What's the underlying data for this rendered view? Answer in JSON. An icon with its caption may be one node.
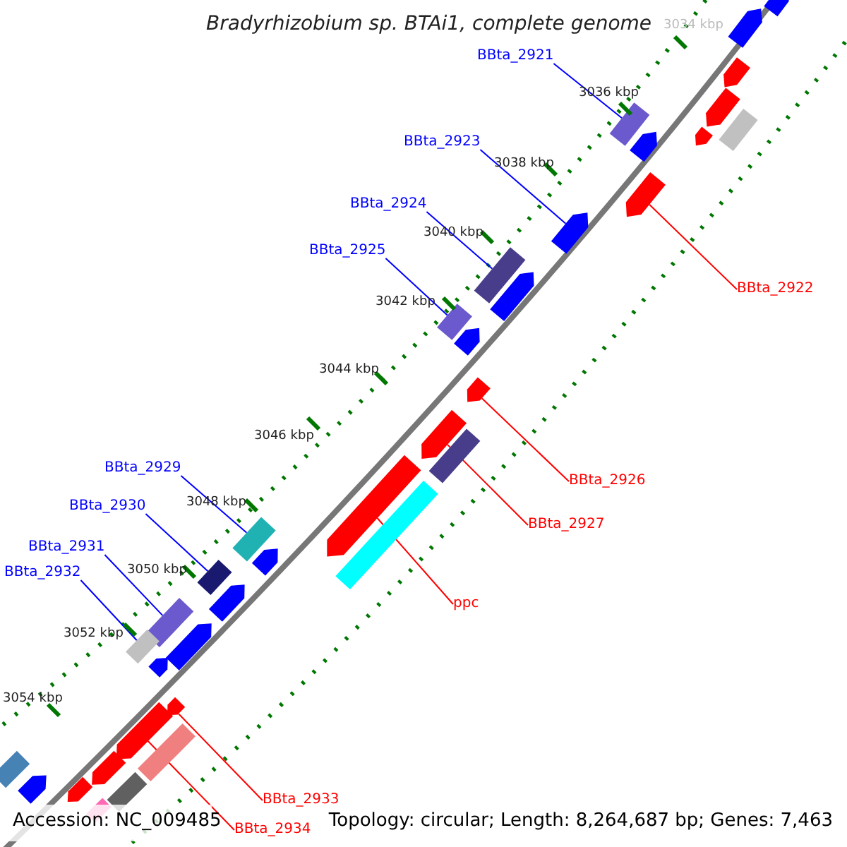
{
  "diagram": {
    "title": "Bradyrhizobium sp. BTAi1, complete genome",
    "nodes": [
      {
        "text": [
          "BBta_2921"
        ]
      },
      {
        "text": [
          "BBta_2923"
        ]
      },
      {
        "text": [
          "BBta_2924"
        ]
      },
      {
        "text": [
          "BBta_2925"
        ]
      },
      {
        "text": [
          "BBta_2929"
        ]
      },
      {
        "text": [
          "BBta_2930"
        ]
      },
      {
        "text": [
          "BBta_2931"
        ]
      },
      {
        "text": [
          "BBta_2932"
        ]
      },
      {
        "text": [
          "BBta_2922"
        ]
      },
      {
        "text": [
          "BBta_2926"
        ]
      },
      {
        "text": [
          "BBta_2927"
        ]
      },
      {
        "text": [
          "ppc"
        ]
      },
      {
        "text": [
          "BBta_2933"
        ]
      },
      {
        "text": [
          "BBta_2934"
        ]
      },
      {
        "text": [],
        "shape": "arrow"
      },
      {
        "text": [],
        "shape": "arrow"
      },
      {
        "text": [],
        "shape": "arrow"
      },
      {
        "text": [],
        "shape": "arrow"
      },
      {
        "text": [],
        "shape": "bar"
      },
      {
        "text": [],
        "shape": "bar"
      },
      {
        "text": [],
        "shape": "arrow"
      },
      {
        "text": [],
        "shape": "arrow"
      },
      {
        "text": [],
        "shape": "arrow"
      },
      {
        "text": [],
        "shape": "arrow"
      },
      {
        "text": [],
        "shape": "bar"
      },
      {
        "text": [],
        "shape": "arrow"
      },
      {
        "text": [],
        "shape": "bar"
      },
      {
        "text": [],
        "shape": "arrow"
      },
      {
        "text": [],
        "shape": "arrow"
      },
      {
        "text": [],
        "shape": "arrow"
      },
      {
        "text": [],
        "shape": "bar"
      },
      {
        "text": [],
        "shape": "arrow"
      },
      {
        "text": [],
        "shape": "bar"
      },
      {
        "text": [],
        "shape": "bar"
      },
      {
        "text": [],
        "shape": "arrow"
      },
      {
        "text": [],
        "shape": "bar"
      },
      {
        "text": [],
        "shape": "arrow"
      },
      {
        "text": [],
        "shape": "bar"
      },
      {
        "text": [],
        "shape": "arrow"
      },
      {
        "text": [],
        "shape": "bar"
      },
      {
        "text": [],
        "shape": "arrow"
      },
      {
        "text": [],
        "shape": "arrow"
      },
      {
        "text": [],
        "shape": "arrow"
      },
      {
        "text": [],
        "shape": "bar"
      },
      {
        "text": [],
        "shape": "bar"
      },
      {
        "text": [],
        "shape": "arrow"
      },
      {
        "text": [],
        "shape": "arrow"
      },
      {
        "text": [],
        "shape": "bar"
      },
      {
        "text": [],
        "shape": "arrow"
      },
      {
        "text": [],
        "shape": "bar"
      }
    ],
    "edges": [
      {
        "from": 0,
        "to": 18,
        "arrow": "none"
      },
      {
        "from": 1,
        "to": 23,
        "arrow": "none"
      },
      {
        "from": 2,
        "to": 24,
        "arrow": "none"
      },
      {
        "from": 3,
        "to": 26,
        "arrow": "none"
      },
      {
        "from": 4,
        "to": 33,
        "arrow": "none"
      },
      {
        "from": 5,
        "to": 35,
        "arrow": "none"
      },
      {
        "from": 6,
        "to": 37,
        "arrow": "none"
      },
      {
        "from": 7,
        "to": 39,
        "arrow": "none"
      },
      {
        "from": 8,
        "to": 22,
        "arrow": "none",
        "color": "#ff0000"
      },
      {
        "from": 9,
        "to": 28,
        "arrow": "none",
        "color": "#ff0000"
      },
      {
        "from": 10,
        "to": 29,
        "arrow": "none",
        "color": "#ff0000"
      },
      {
        "from": 11,
        "to": 31,
        "arrow": "none",
        "color": "#ff0000"
      },
      {
        "from": 12,
        "to": 41,
        "arrow": "none",
        "color": "#ff0000"
      },
      {
        "from": 13,
        "to": 42,
        "arrow": "none",
        "color": "#ff0000"
      }
    ],
    "labels": [
      "3034 kbp",
      "3036 kbp",
      "3038 kbp",
      "3040 kbp",
      "3042 kbp",
      "3044 kbp",
      "3046 kbp",
      "3048 kbp",
      "3050 kbp",
      "3052 kbp",
      "3054 kbp",
      "Accession: NC_009485",
      "Topology: circular; Length: 8,264,687 bp; Genes: 7,463"
    ]
  }
}
